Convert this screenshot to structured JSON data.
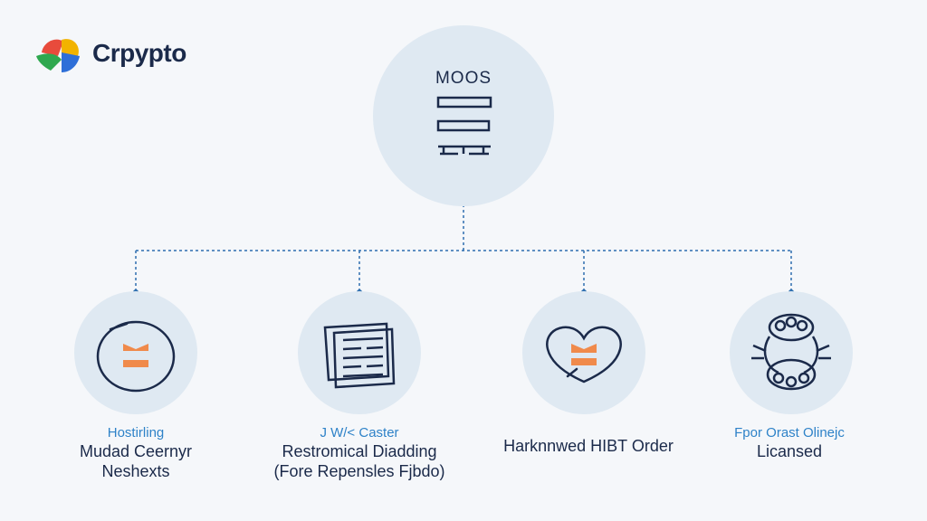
{
  "brand": {
    "name": "Crpypto"
  },
  "hub": {
    "label": "MOOS"
  },
  "nodes": [
    {
      "icon": "ring-icon",
      "subtitle": "Hostirling",
      "lines": [
        "Mudad Ceernyr",
        "Neshexts"
      ]
    },
    {
      "icon": "document-icon",
      "subtitle": "J W/< Caster",
      "lines": [
        "Restromical Diadding",
        "(Fore Repensles  Fjbdo)"
      ]
    },
    {
      "icon": "heart-icon",
      "subtitle": "",
      "lines": [
        "Harknnwed HIBT Order",
        ""
      ]
    },
    {
      "icon": "chain-icon",
      "subtitle": "Fpor Orast Olinejc",
      "lines": [
        "Licansed",
        ""
      ]
    }
  ],
  "colors": {
    "accent": "#2e82c8",
    "dark": "#1b2a4a",
    "orange": "#f08a4b",
    "circle": "#dfe9f2"
  }
}
